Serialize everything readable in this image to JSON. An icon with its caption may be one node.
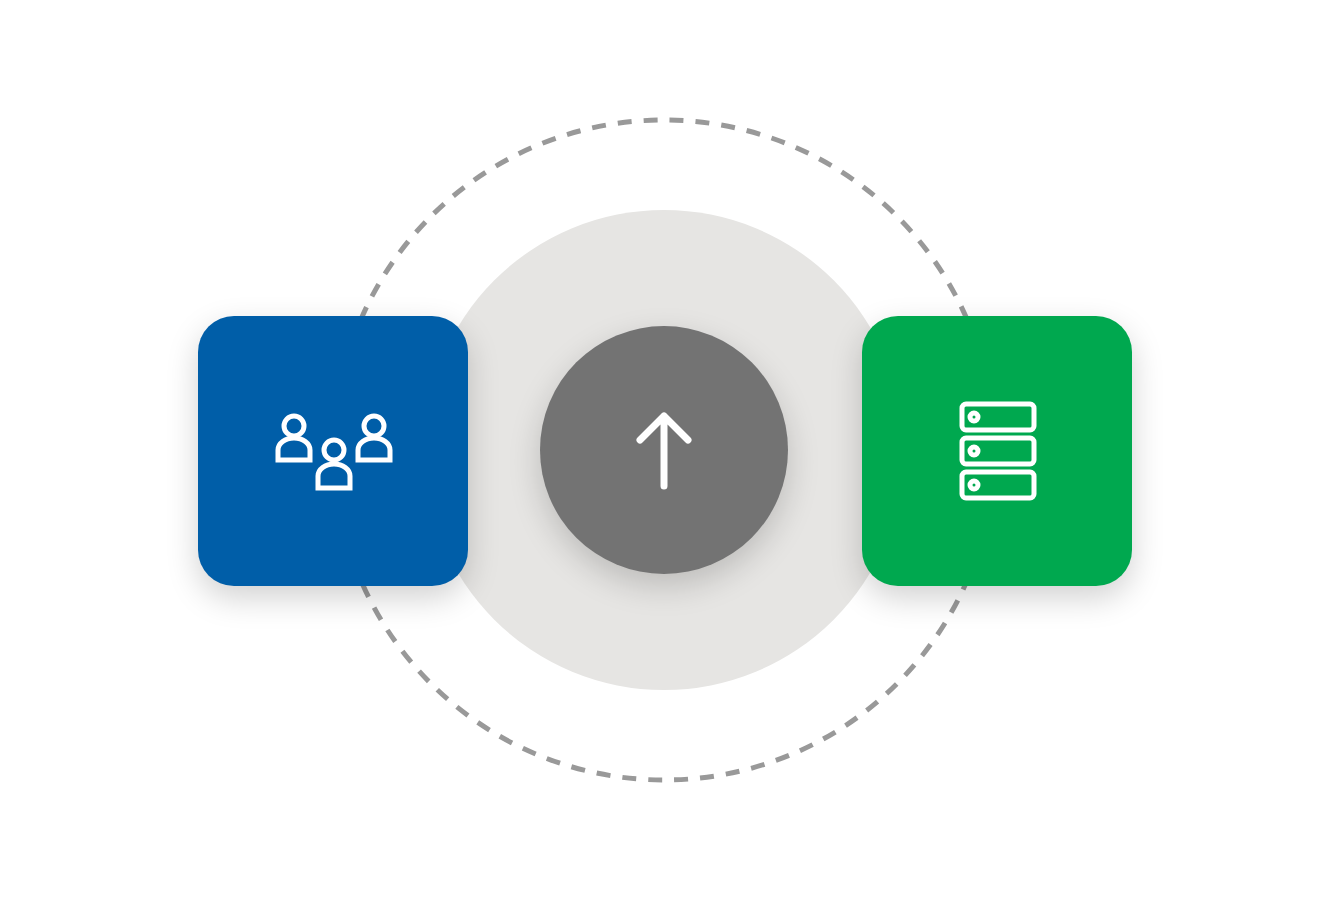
{
  "diagram": {
    "nodes": [
      {
        "text": [],
        "shape": "box"
      },
      {
        "text": [],
        "shape": "circle"
      },
      {
        "text": [],
        "shape": "box"
      }
    ]
  }
}
